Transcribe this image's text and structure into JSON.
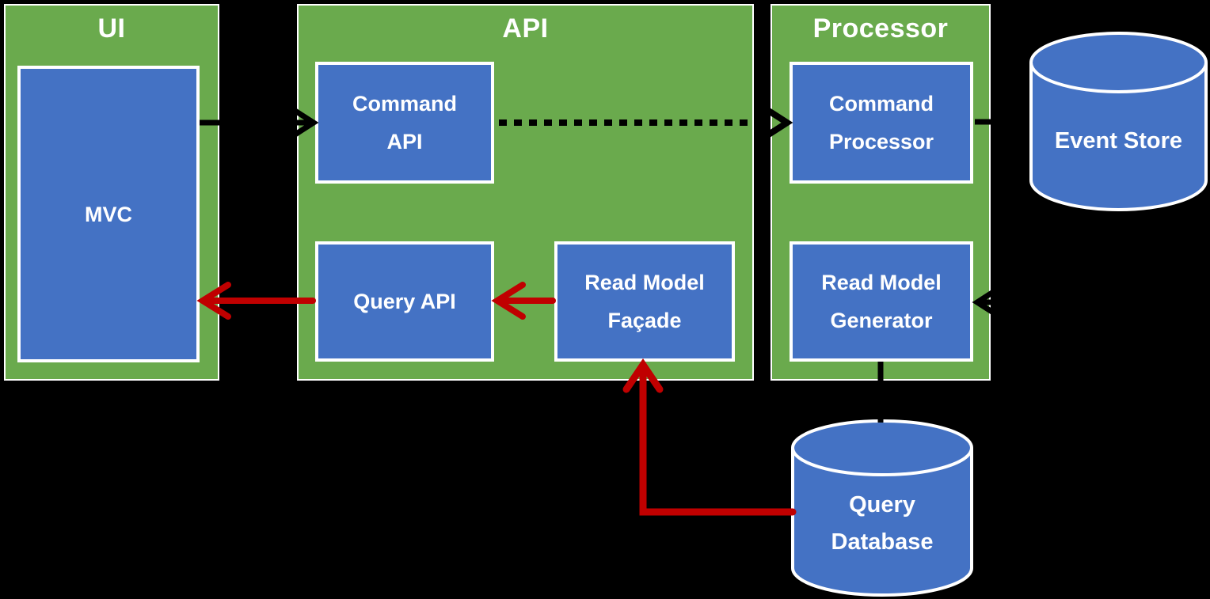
{
  "diagram": {
    "title_note": "CQRS architecture diagram",
    "colors": {
      "background": "#000000",
      "container_green": "#6aaa4d",
      "box_blue": "#4472c4",
      "border_white": "#ffffff",
      "arrow_black": "#000000",
      "arrow_red": "#c00000"
    },
    "containers": [
      {
        "title": "UI"
      },
      {
        "title": "API"
      },
      {
        "title": "Processor"
      }
    ],
    "boxes": [
      {
        "lines": [
          "MVC"
        ]
      },
      {
        "lines": [
          "Command",
          "API"
        ]
      },
      {
        "lines": [
          "Query API"
        ]
      },
      {
        "lines": [
          "Read Model",
          "Façade"
        ]
      },
      {
        "lines": [
          "Command",
          "Processor"
        ]
      },
      {
        "lines": [
          "Read Model",
          "Generator"
        ]
      }
    ],
    "datastores": [
      {
        "lines": [
          "Event Store"
        ]
      },
      {
        "lines": [
          "Query",
          "Database"
        ]
      }
    ],
    "edges": [
      {
        "from": "MVC",
        "to": "Command API",
        "style": "solid",
        "color": "black"
      },
      {
        "from": "Command API",
        "to": "Command Processor",
        "style": "dotted",
        "color": "black"
      },
      {
        "from": "Command Processor",
        "to": "Event Store",
        "style": "solid",
        "color": "black"
      },
      {
        "from": "Event Store",
        "to": "Read Model Generator",
        "style": "solid",
        "color": "black"
      },
      {
        "from": "Read Model Generator",
        "to": "Query Database",
        "style": "solid",
        "color": "black"
      },
      {
        "from": "Query Database",
        "to": "Read Model Façade",
        "style": "solid",
        "color": "red"
      },
      {
        "from": "Read Model Façade",
        "to": "Query API",
        "style": "solid",
        "color": "red"
      },
      {
        "from": "Query API",
        "to": "MVC",
        "style": "solid",
        "color": "red"
      }
    ]
  }
}
